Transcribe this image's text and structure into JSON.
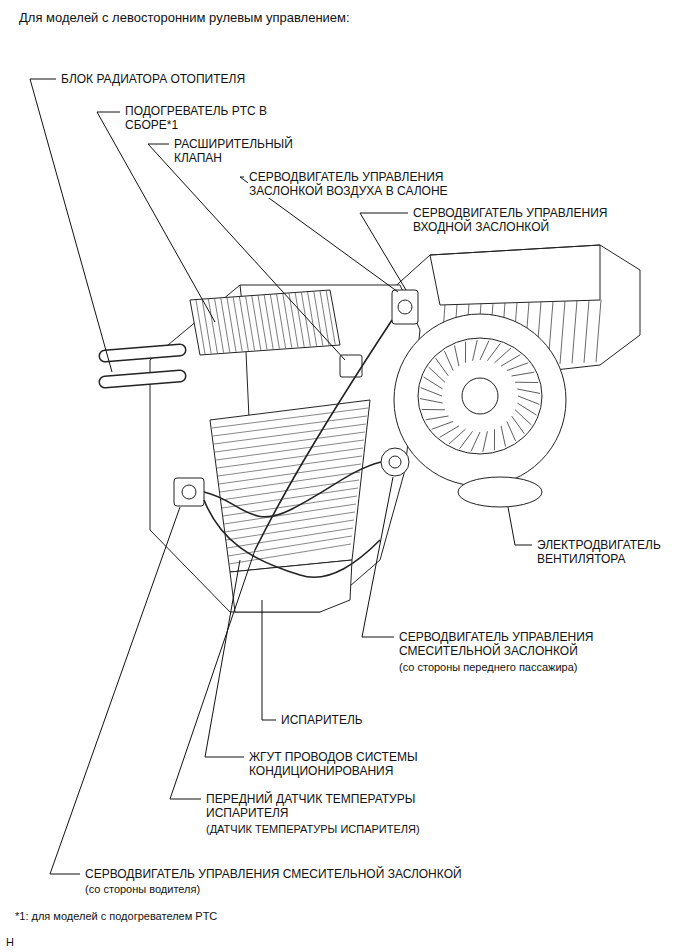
{
  "diagram": {
    "title": "Для моделей с левосторонним рулевым управлением:",
    "labels": [
      "БЛОК РАДИАТОРА ОТОПИТЕЛЯ",
      "ПОДОГРЕВАТЕЛЬ PTC В СБОРЕ*1",
      "РАСШИРИТЕЛЬНЫЙ КЛАПАН",
      "СЕРВОДВИГАТЕЛЬ УПРАВЛЕНИЯ ЗАСЛОНКОЙ ВОЗДУХА В САЛОНЕ",
      "СЕРВОДВИГАТЕЛЬ УПРАВЛЕНИЯ ВХОДНОЙ ЗАСЛОНКОЙ",
      "ЭЛЕКТРОДВИГАТЕЛЬ ВЕНТИЛЯТОРА",
      "СЕРВОДВИГАТЕЛЬ УПРАВЛЕНИЯ СМЕСИТЕЛЬНОЙ ЗАСЛОНКОЙ",
      "(со стороны переднего пассажира)",
      "ИСПАРИТЕЛЬ",
      "ЖГУТ ПРОВОДОВ СИСТЕМЫ КОНДИЦИОНИРОВАНИЯ",
      "ПЕРЕДНИЙ ДАТЧИК ТЕМПЕРАТУРЫ ИСПАРИТЕЛЯ",
      "(ДАТЧИК ТЕМПЕРАТУРЫ ИСПАРИТЕЛЯ)",
      "СЕРВОДВИГАТЕЛЬ УПРАВЛЕНИЯ СМЕСИТЕЛЬНОЙ ЗАСЛОНКОЙ",
      "(со стороны водителя)",
      "*1: для моделей с подогревателем PTC",
      "H"
    ]
  }
}
